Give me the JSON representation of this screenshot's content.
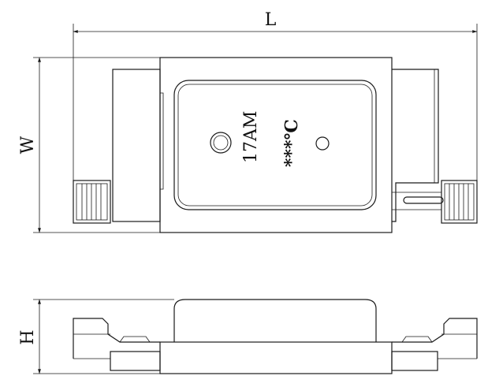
{
  "dimensions": {
    "length_label": "L",
    "width_label": "W",
    "height_label": "H"
  },
  "marking": {
    "current_rating": "17AM",
    "temperature": "***℃"
  },
  "colors": {
    "line": "#1a1a1a",
    "background": "#ffffff"
  }
}
